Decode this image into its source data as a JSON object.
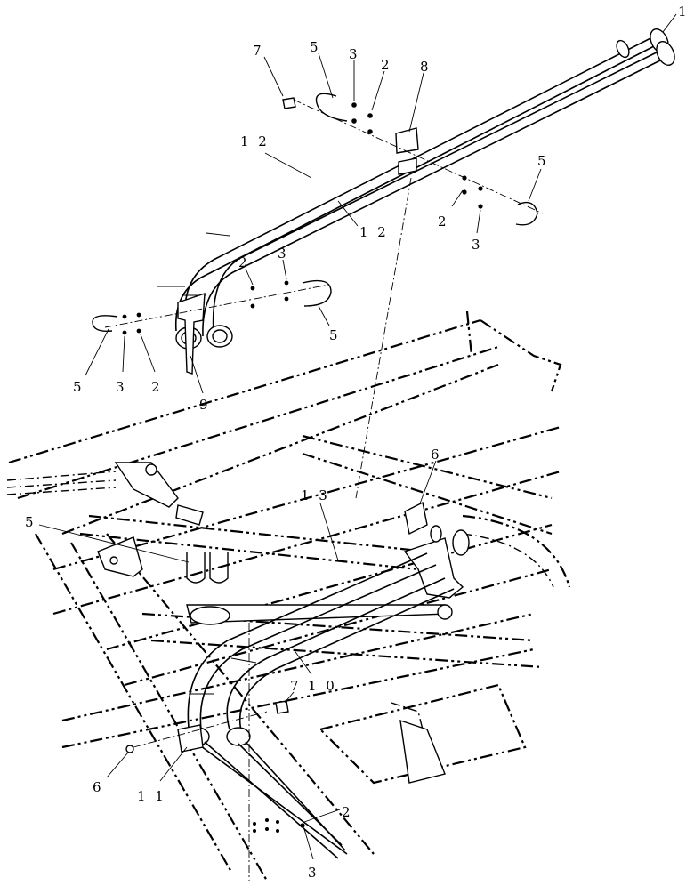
{
  "diagram": {
    "callouts": [
      {
        "id": "c1a",
        "text": "1"
      },
      {
        "id": "c7a",
        "text": "7"
      },
      {
        "id": "c5a",
        "text": "5"
      },
      {
        "id": "c3a",
        "text": "3"
      },
      {
        "id": "c2a",
        "text": "2"
      },
      {
        "id": "c8",
        "text": "8"
      },
      {
        "id": "c12a",
        "text": "1 2"
      },
      {
        "id": "c5b",
        "text": "5"
      },
      {
        "id": "c12b",
        "text": "1 2"
      },
      {
        "id": "c2b",
        "text": "2"
      },
      {
        "id": "c3b",
        "text": "3"
      },
      {
        "id": "c2c",
        "text": "2"
      },
      {
        "id": "c3c",
        "text": "3"
      },
      {
        "id": "c5c",
        "text": "5"
      },
      {
        "id": "c5d",
        "text": "5"
      },
      {
        "id": "c3d",
        "text": "3"
      },
      {
        "id": "c2d",
        "text": "2"
      },
      {
        "id": "c9",
        "text": "9"
      },
      {
        "id": "c6a",
        "text": "6"
      },
      {
        "id": "c13",
        "text": "1 3"
      },
      {
        "id": "c5e",
        "text": "5"
      },
      {
        "id": "c7b",
        "text": "7"
      },
      {
        "id": "c10",
        "text": "1 0"
      },
      {
        "id": "c6b",
        "text": "6"
      },
      {
        "id": "c11",
        "text": "1 1"
      },
      {
        "id": "c2e",
        "text": "2"
      },
      {
        "id": "c3e",
        "text": "3"
      }
    ]
  }
}
